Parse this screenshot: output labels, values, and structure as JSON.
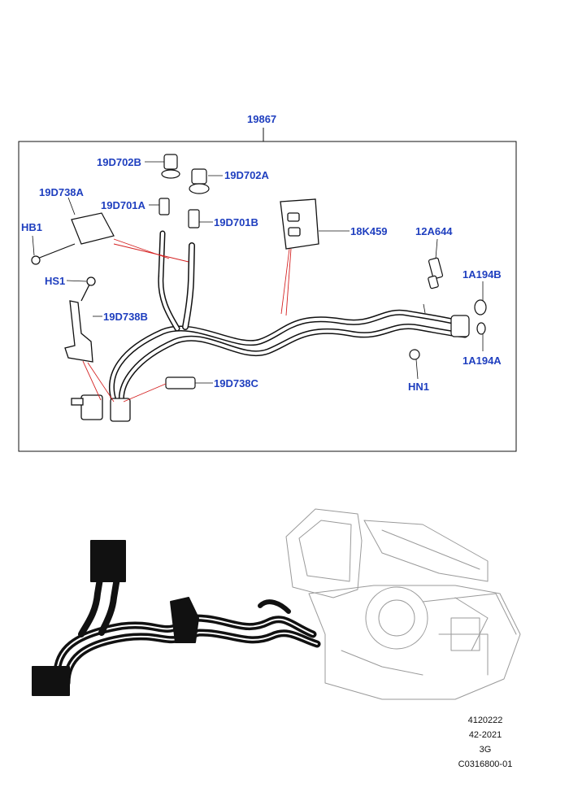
{
  "assembly": {
    "part_number": "19867"
  },
  "callouts": {
    "c_19D702B": "19D702B",
    "c_19D702A": "19D702A",
    "c_19D738A": "19D738A",
    "c_19D701A": "19D701A",
    "c_19D701B": "19D701B",
    "c_18K459": "18K459",
    "c_12A644": "12A644",
    "c_HB1": "HB1",
    "c_1A194B": "1A194B",
    "c_HS1": "HS1",
    "c_19D738B": "19D738B",
    "c_1A194A": "1A194A",
    "c_HN1": "HN1",
    "c_19D738C": "19D738C"
  },
  "reference_block": {
    "line1": "4120222",
    "line2": "42-2021",
    "line3": "3G",
    "line4": "C0316800-01"
  },
  "colors": {
    "callout": "#1f3fbf",
    "leader_red": "#d42020",
    "line": "#111111",
    "ghost": "#9a9a9a"
  }
}
